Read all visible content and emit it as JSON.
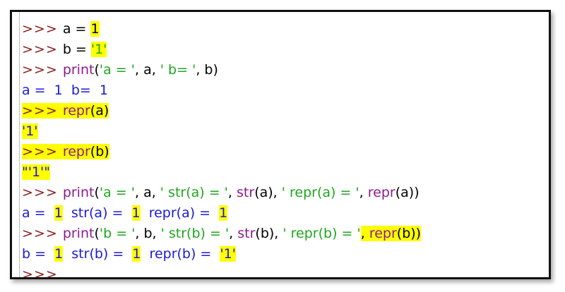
{
  "console": {
    "lines": [
      {
        "segments": [
          {
            "t": ">>> ",
            "c": "prompt"
          },
          {
            "t": "a = ",
            "c": "text"
          },
          {
            "t": "1",
            "c": "text",
            "hl": true
          }
        ]
      },
      {
        "segments": [
          {
            "t": ">>> ",
            "c": "prompt"
          },
          {
            "t": "b = ",
            "c": "text"
          },
          {
            "t": "'1'",
            "c": "str",
            "hl": true
          }
        ]
      },
      {
        "segments": [
          {
            "t": ">>> ",
            "c": "prompt"
          },
          {
            "t": "print",
            "c": "kw"
          },
          {
            "t": "(",
            "c": "text"
          },
          {
            "t": "'a = '",
            "c": "str"
          },
          {
            "t": ", a, ",
            "c": "text"
          },
          {
            "t": "' b= '",
            "c": "str"
          },
          {
            "t": ", b)",
            "c": "text"
          }
        ]
      },
      {
        "segments": [
          {
            "t": "a =  1  b=  1",
            "c": "out"
          }
        ]
      },
      {
        "segments": [
          {
            "t": ">>> ",
            "c": "prompt",
            "hl": true
          },
          {
            "t": "repr",
            "c": "kw",
            "hl": true
          },
          {
            "t": "(a)",
            "c": "text",
            "hl": true
          }
        ]
      },
      {
        "segments": [
          {
            "t": "'1'",
            "c": "out",
            "hl": true
          }
        ]
      },
      {
        "segments": [
          {
            "t": ">>> ",
            "c": "prompt",
            "hl": true
          },
          {
            "t": "repr",
            "c": "kw",
            "hl": true
          },
          {
            "t": "(b)",
            "c": "text",
            "hl": true
          }
        ]
      },
      {
        "segments": [
          {
            "t": "\"'1'\"",
            "c": "out",
            "hl": true
          }
        ]
      },
      {
        "segments": [
          {
            "t": ">>> ",
            "c": "prompt"
          },
          {
            "t": "print",
            "c": "kw"
          },
          {
            "t": "(",
            "c": "text"
          },
          {
            "t": "'a = '",
            "c": "str"
          },
          {
            "t": ", a, ",
            "c": "text"
          },
          {
            "t": "' str(a) = '",
            "c": "str"
          },
          {
            "t": ", ",
            "c": "text"
          },
          {
            "t": "str",
            "c": "kw"
          },
          {
            "t": "(a), ",
            "c": "text"
          },
          {
            "t": "' repr(a) = '",
            "c": "str"
          },
          {
            "t": ", ",
            "c": "text"
          },
          {
            "t": "repr",
            "c": "kw"
          },
          {
            "t": "(a))",
            "c": "text"
          }
        ]
      },
      {
        "segments": [
          {
            "t": "a =  ",
            "c": "out"
          },
          {
            "t": "1",
            "c": "out",
            "hl": true
          },
          {
            "t": "  str(a) =  ",
            "c": "out"
          },
          {
            "t": "1",
            "c": "out",
            "hl": true
          },
          {
            "t": "  repr(a) =  ",
            "c": "out"
          },
          {
            "t": "1",
            "c": "out",
            "hl": true
          }
        ]
      },
      {
        "segments": [
          {
            "t": ">>> ",
            "c": "prompt"
          },
          {
            "t": "print",
            "c": "kw"
          },
          {
            "t": "(",
            "c": "text"
          },
          {
            "t": "'b = '",
            "c": "str"
          },
          {
            "t": ", b, ",
            "c": "text"
          },
          {
            "t": "' str(b) = '",
            "c": "str"
          },
          {
            "t": ", ",
            "c": "text"
          },
          {
            "t": "str",
            "c": "kw"
          },
          {
            "t": "(b), ",
            "c": "text"
          },
          {
            "t": "' repr(b) = '",
            "c": "str"
          },
          {
            "t": ", ",
            "c": "text",
            "hl": true
          },
          {
            "t": "repr",
            "c": "kw",
            "hl": true
          },
          {
            "t": "(b))",
            "c": "text",
            "hl": true
          }
        ]
      },
      {
        "segments": [
          {
            "t": "b =  ",
            "c": "out"
          },
          {
            "t": "1",
            "c": "out",
            "hl": true
          },
          {
            "t": "  str(b) =  ",
            "c": "out"
          },
          {
            "t": "1",
            "c": "out",
            "hl": true
          },
          {
            "t": "  repr(b) =  ",
            "c": "out"
          },
          {
            "t": "'1'",
            "c": "out",
            "hl": true
          }
        ]
      },
      {
        "segments": [
          {
            "t": ">>>",
            "c": "prompt"
          }
        ]
      }
    ]
  }
}
